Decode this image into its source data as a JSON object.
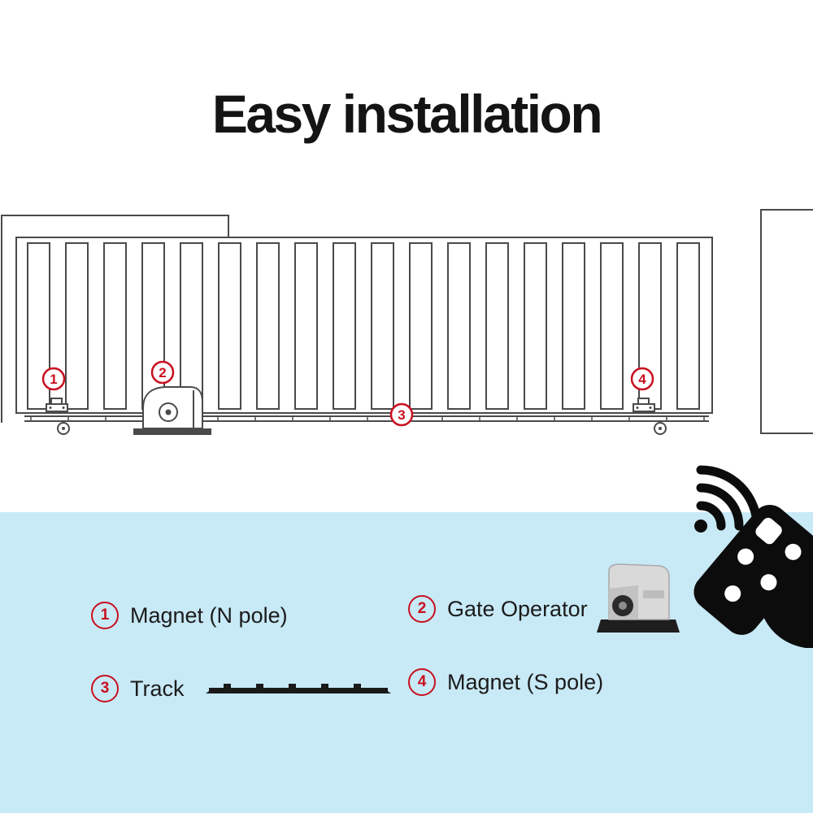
{
  "title": "Easy installation",
  "colors": {
    "accent_red": "#c9101f",
    "panel_blue": "#c8e9f6",
    "line_gray": "#4a4a4a",
    "black": "#141414"
  },
  "diagram": {
    "callouts": [
      {
        "num": "1"
      },
      {
        "num": "2"
      },
      {
        "num": "3"
      },
      {
        "num": "4"
      }
    ]
  },
  "legend": {
    "items": [
      {
        "num": "1",
        "label": "Magnet (N pole)"
      },
      {
        "num": "2",
        "label": "Gate Operator"
      },
      {
        "num": "3",
        "label": "Track"
      },
      {
        "num": "4",
        "label": "Magnet (S pole)"
      }
    ]
  }
}
